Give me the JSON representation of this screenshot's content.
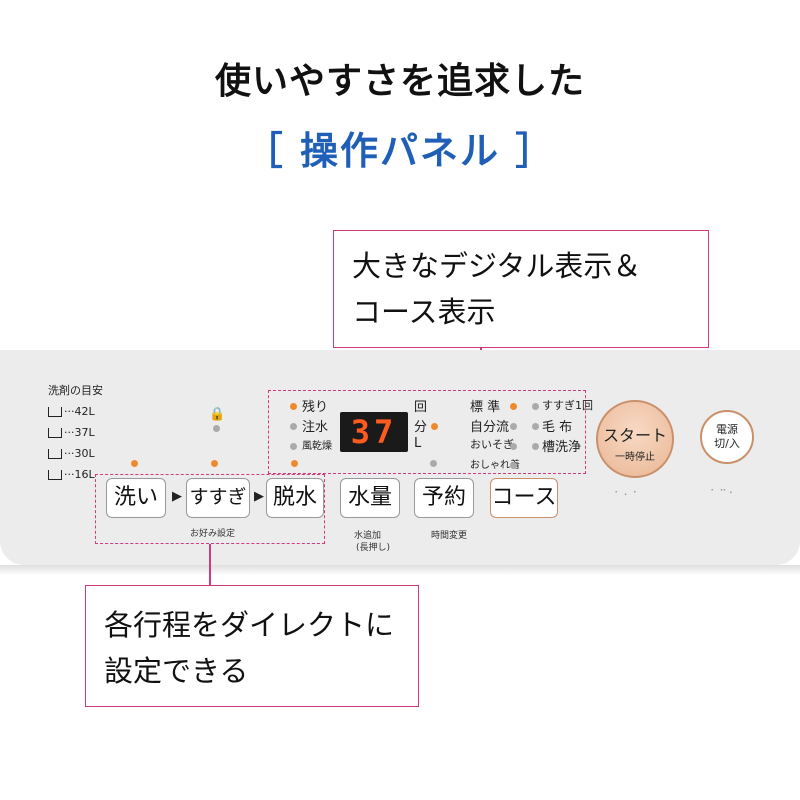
{
  "heading": {
    "line1": "使いやすさを追求した",
    "line2": "［ 操作パネル ］"
  },
  "callouts": {
    "display": [
      "大きなデジタル表示＆",
      "コース表示"
    ],
    "direct": [
      "各行程をダイレクトに",
      "設定できる"
    ]
  },
  "panel": {
    "detergent_guide": {
      "title": "洗剤の目安",
      "rows": [
        "42L",
        "37L",
        "30L",
        "16L"
      ]
    },
    "buttons": {
      "wash": "洗い",
      "rinse": "すすぎ",
      "spin": "脱水",
      "water": "水量",
      "reserve": "予約",
      "course": "コース"
    },
    "sublabels": {
      "preference": "お好み設定",
      "water_add_1": "水追加",
      "water_add_2": "(長押し)",
      "time_change": "時間変更"
    },
    "left_indicators": [
      "残り",
      "注水",
      "風乾燥"
    ],
    "right_units": [
      "回",
      "分",
      "L"
    ],
    "display_value": "37",
    "courses_left": [
      "標 準",
      "自分流",
      "おいそぎ",
      "おしゃれ着"
    ],
    "courses_right": [
      "すすぎ1回",
      "毛 布",
      "槽洗浄"
    ],
    "start_button": {
      "main": "スタート",
      "sub": "一時停止"
    },
    "power_button": {
      "line1": "電源",
      "line2": "切/入"
    }
  },
  "colors": {
    "title_blue": "#1f5fb8",
    "callout_border": "#d23a7e",
    "led_on": "#ef8a2a",
    "display_digits": "#ff5a1f"
  }
}
